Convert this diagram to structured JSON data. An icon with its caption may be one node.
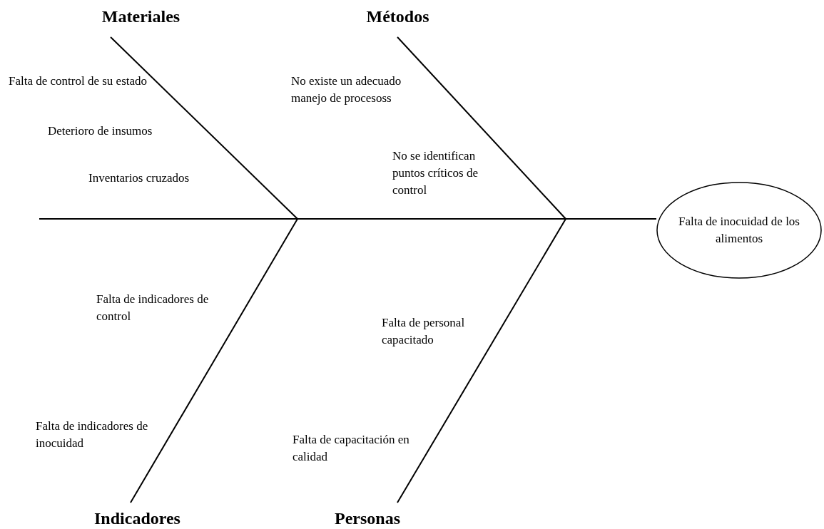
{
  "diagram": {
    "nodes": [
      {
        "text": [
          "Falta de inocuidad de los alimentos"
        ]
      },
      {
        "text": [
          "Materiales"
        ]
      },
      {
        "text": [
          "Métodos"
        ]
      },
      {
        "text": [
          "Indicadores"
        ]
      },
      {
        "text": [
          "Personas"
        ]
      }
    ],
    "edges": [
      {
        "from": null,
        "to": 0,
        "arrow": "none"
      },
      {
        "from": 1,
        "to": null,
        "arrow": "none"
      },
      {
        "from": 2,
        "to": null,
        "arrow": "none"
      },
      {
        "from": 3,
        "to": null,
        "arrow": "none"
      },
      {
        "from": 4,
        "to": null,
        "arrow": "none"
      }
    ],
    "labels": [
      "Falta de control de su estado",
      "Deterioro de insumos",
      "Inventarios cruzados",
      "No existe un adecuado manejo de procesoss",
      "No se identifican puntos críticos de control",
      "Falta de indicadores de control",
      "Falta de indicadores de inocuidad",
      "Falta de personal capacitado",
      "Falta de capacitación en calidad"
    ]
  }
}
